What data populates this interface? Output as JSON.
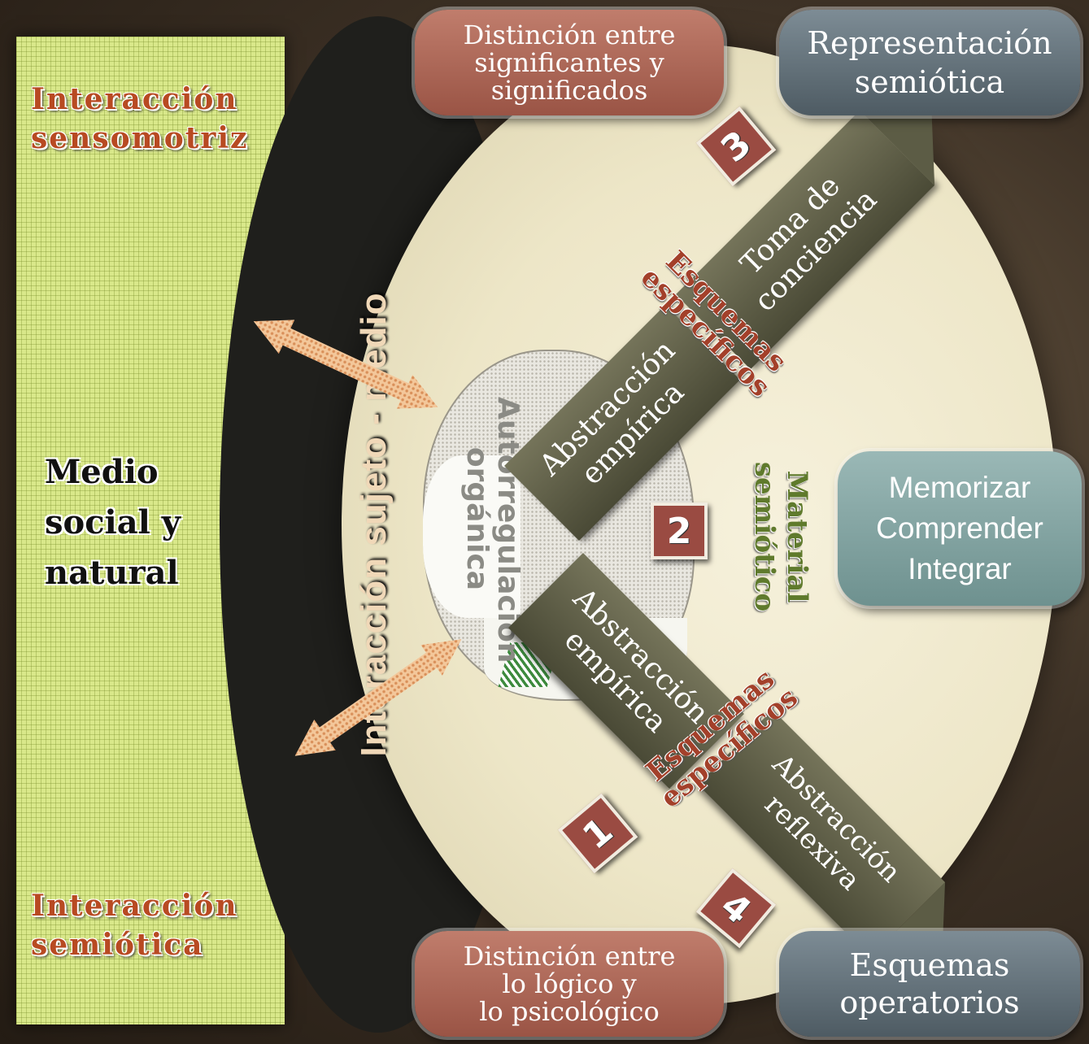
{
  "left_panel": {
    "top_label": [
      "Interacción",
      "sensomotriz"
    ],
    "center_label": [
      "Medio",
      "social y",
      "natural"
    ],
    "bottom_label": [
      "Interacción",
      "semiótica"
    ]
  },
  "vertical_label": "Interacción sujeto - medio",
  "head_label": [
    "Autorregulación",
    "orgánica"
  ],
  "pills": {
    "top_left": [
      "Distinción entre",
      "significantes y",
      "significados"
    ],
    "top_right": [
      "Representación",
      "semiótica"
    ],
    "middle_right": [
      "Memorizar",
      "Comprender",
      "Integrar"
    ],
    "bottom_left": [
      "Distinción entre",
      "lo lógico y",
      "lo psicológico"
    ],
    "bottom_right": [
      "Esquemas",
      "operatorios"
    ]
  },
  "arrows": {
    "toma": [
      "Toma de",
      "conciencia"
    ],
    "abs_upper": [
      "Abstracción",
      "empírica"
    ],
    "abs_lower": [
      "Abstracción",
      "empírica"
    ],
    "abs_reflexiva": [
      "Abstracción",
      "reflexiva"
    ]
  },
  "numbers": [
    "1",
    "2",
    "3",
    "4"
  ],
  "labels": {
    "esquemas_upper": [
      "Esquemas",
      "específicos"
    ],
    "esquemas_lower": [
      "Esquemas",
      "específicos"
    ],
    "material": [
      "Material",
      "semiótico"
    ]
  },
  "colors": {
    "panel": "#d9e88a",
    "red_pill": "#9a5445",
    "gray_pill": "#4e5b63",
    "teal_pill": "#6e918f",
    "arrow": "#5c5c45",
    "accent_text": "#b84a22"
  }
}
